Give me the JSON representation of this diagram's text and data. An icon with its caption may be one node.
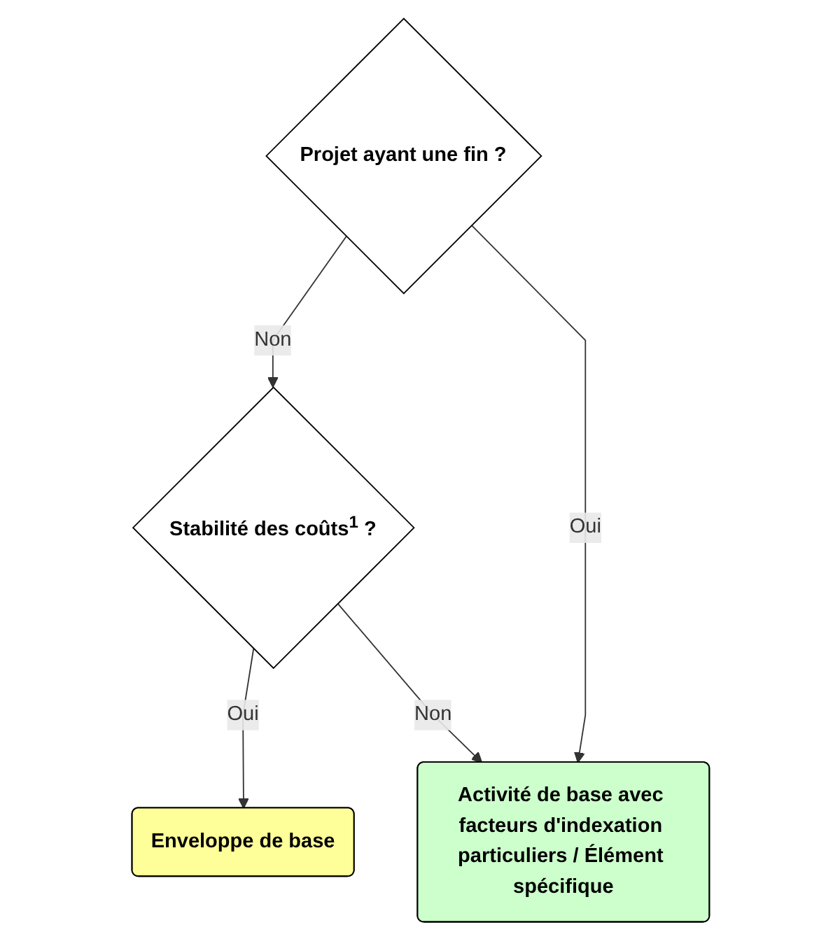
{
  "diagram": {
    "nodes": [
      {
        "text": [
          "Projet ayant une fin ?"
        ]
      },
      {
        "text": [
          "Stabilité des coûts$^{1}$ ?"
        ]
      },
      {
        "text": [
          "Enveloppe de base"
        ]
      },
      {
        "text": [
          "Activité de base avec facteurs d'indexation particuliers / Élément spécifique"
        ]
      }
    ],
    "edges": [
      {
        "from": 0,
        "to": 1,
        "arrow": "to",
        "label": "Non"
      },
      {
        "from": 0,
        "to": 3,
        "arrow": "to",
        "label": "Oui"
      },
      {
        "from": 1,
        "to": 2,
        "arrow": "to",
        "label": "Oui"
      },
      {
        "from": 1,
        "to": 3,
        "arrow": "to",
        "label": "Non"
      }
    ]
  }
}
